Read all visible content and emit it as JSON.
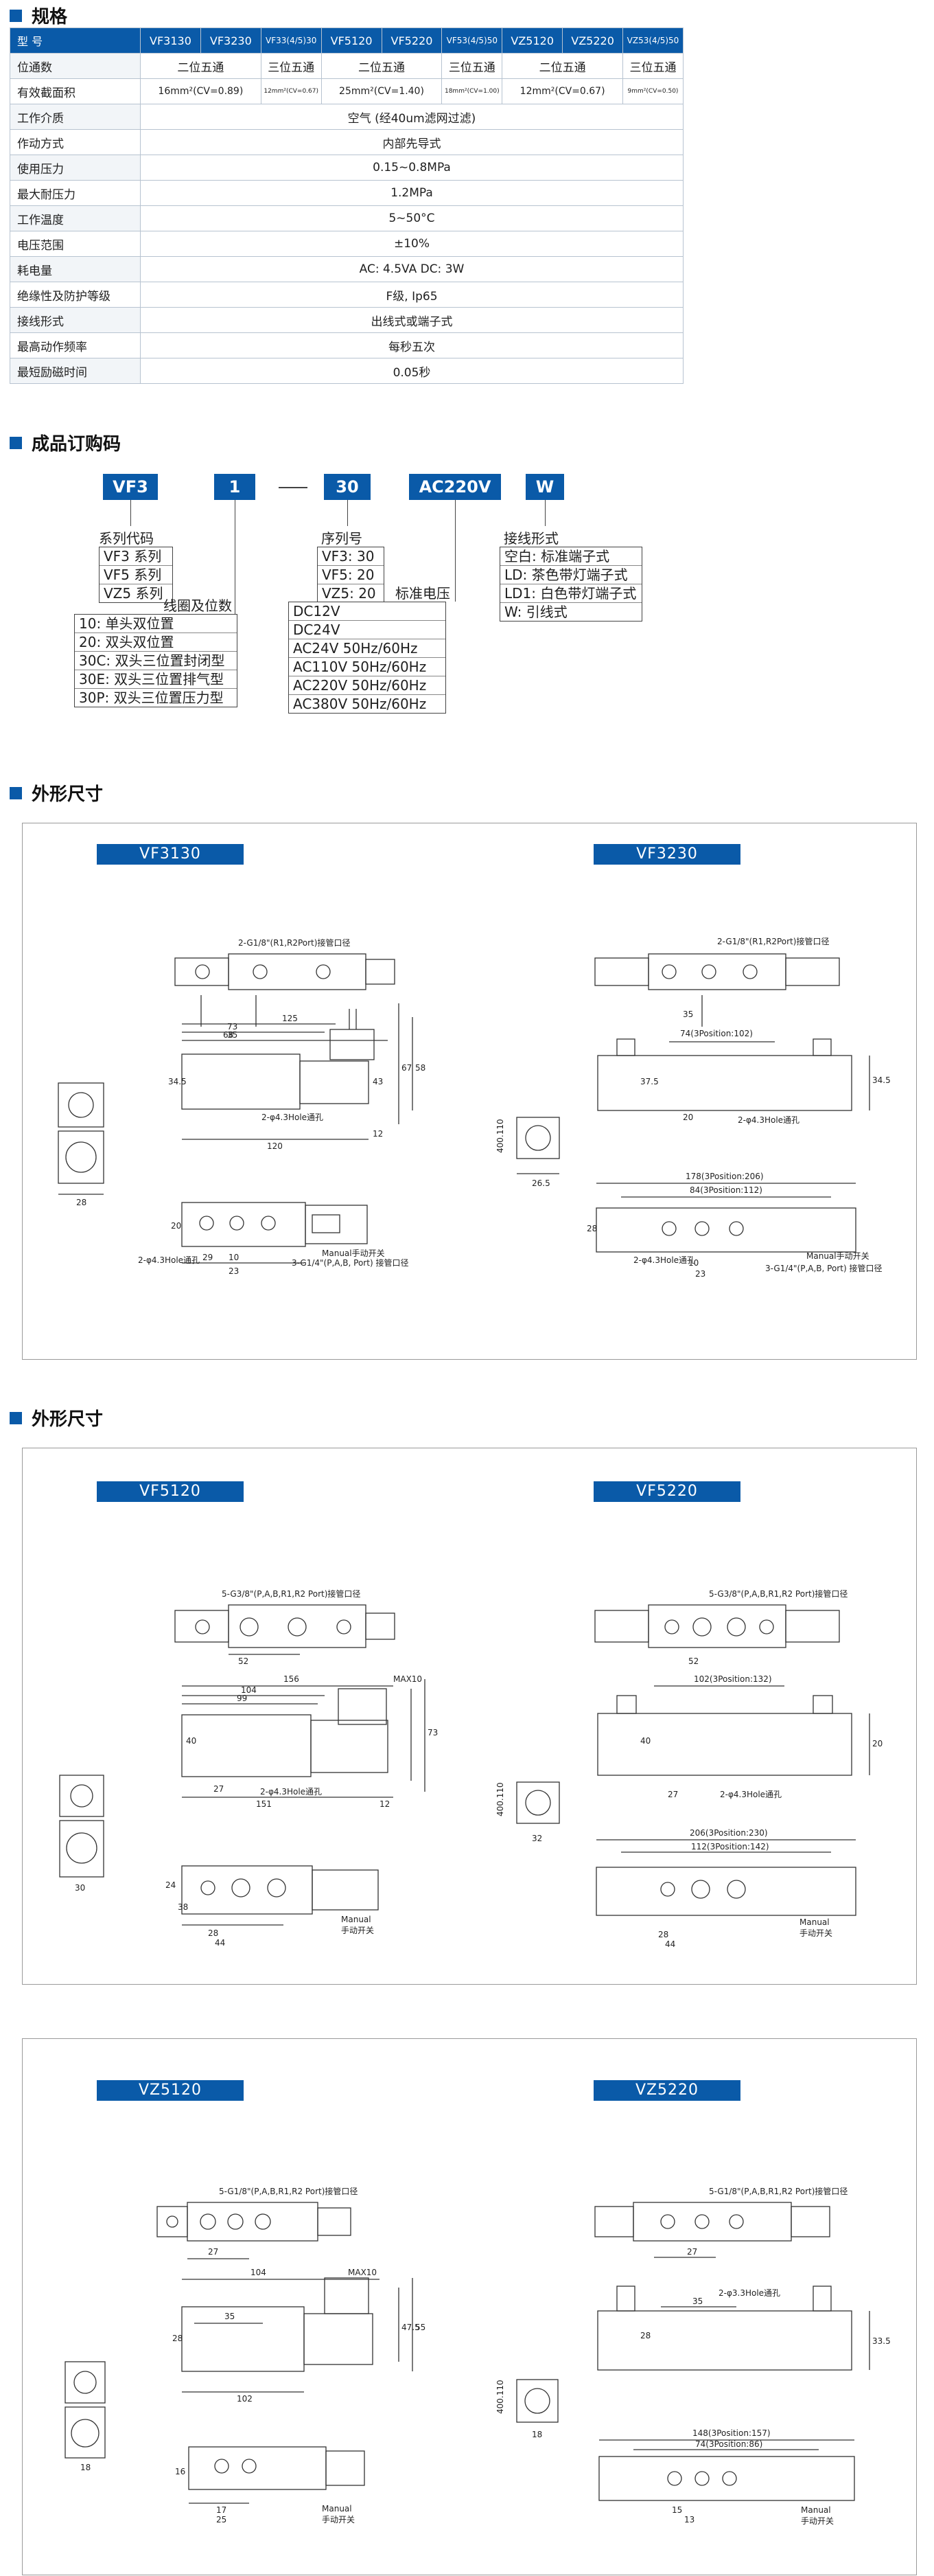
{
  "sections": {
    "spec_title": "规格",
    "order_title": "成品订购码",
    "dims_title_1": "外形尺寸",
    "dims_title_2": "外形尺寸"
  },
  "spec": {
    "header": [
      "型 号",
      "VF3130",
      "VF3230",
      "VF33(4/5)30",
      "VF5120",
      "VF5220",
      "VF53(4/5)50",
      "VZ5120",
      "VZ5220",
      "VZ53(4/5)50"
    ],
    "rows": [
      {
        "label": "位通数",
        "cells": [
          "二位五通",
          "三位五通",
          "二位五通",
          "三位五通",
          "二位五通",
          "三位五通"
        ]
      },
      {
        "label": "有效截面积",
        "cells": [
          "16mm²(CV=0.89)",
          "12mm²(CV=0.67)",
          "25mm²(CV=1.40)",
          "18mm²(CV=1.00)",
          "12mm²(CV=0.67)",
          "9mm²(CV=0.50)"
        ]
      },
      {
        "label": "工作介质",
        "value": "空气 (经40um滤网过滤)"
      },
      {
        "label": "作动方式",
        "value": "内部先导式"
      },
      {
        "label": "使用压力",
        "value": "0.15~0.8MPa"
      },
      {
        "label": "最大耐压力",
        "value": "1.2MPa"
      },
      {
        "label": "工作温度",
        "value": "5~50°C"
      },
      {
        "label": "电压范围",
        "value": "±10%"
      },
      {
        "label": "耗电量",
        "value": "AC: 4.5VA  DC: 3W"
      },
      {
        "label": "绝缘性及防护等级",
        "value": "F级, Ip65"
      },
      {
        "label": "接线形式",
        "value": "出线式或端子式"
      },
      {
        "label": "最高动作频率",
        "value": "每秒五次"
      },
      {
        "label": "最短励磁时间",
        "value": "0.05秒"
      }
    ]
  },
  "order": {
    "codes": [
      "VF3",
      "1",
      "30",
      "AC220V",
      "W"
    ],
    "series_label": "系列代码",
    "series": [
      "VF3 系列",
      "VF5 系列",
      "VZ5 系列"
    ],
    "coil_label": "线圈及位数",
    "coil": [
      "10: 单头双位置",
      "20: 双头双位置",
      "30C: 双头三位置封闭型",
      "30E: 双头三位置排气型",
      "30P: 双头三位置压力型"
    ],
    "seq_label": "序列号",
    "seq": [
      "VF3: 30",
      "VF5: 20",
      "VZ5: 20"
    ],
    "volt_label": "标准电压",
    "volt": [
      "DC12V",
      "DC24V",
      "AC24V  50Hz/60Hz",
      "AC110V 50Hz/60Hz",
      "AC220V 50Hz/60Hz",
      "AC380V 50Hz/60Hz"
    ],
    "wire_label": "接线形式",
    "wire": [
      "空白: 标准端子式",
      "LD: 茶色带灯端子式",
      "LD1: 白色带灯端子式",
      "W: 引线式"
    ]
  },
  "panels": {
    "vf3130": {
      "tag": "VF3130",
      "port_note": "2-G1/8\"(R1,R2Port)接管口径",
      "hole_note": "2-φ4.3Hole通孔",
      "hole_note_b": "2-φ4.3Hole通孔",
      "port_note_b": "3-G1/4\"(P,A,B, Port) 接管口径",
      "manual": "Manual手动开关",
      "dims": {
        "d125": "125",
        "d73": "73",
        "d68": "68",
        "d35": "35",
        "d120": "120",
        "d12": "12",
        "d67": "67",
        "d58": "58",
        "d28": "28",
        "d20": "20",
        "d29": "29",
        "d10": "10",
        "d23": "23",
        "d345": "34.5",
        "d43": "43"
      }
    },
    "vf3230": {
      "tag": "VF3230",
      "port_note": "2-G1/8\"(R1,R2Port)接管口径",
      "pos102": "74(3Position:102)",
      "hole_note": "2-φ4.3Hole通孔",
      "pos206": "178(3Position:206)",
      "pos112": "84(3Position:112)",
      "hole_note_b": "2-φ4.3Hole通孔",
      "manual": "Manual手动开关",
      "port_note_b": "3-G1/4\"(P,A,B, Port) 接管口径",
      "dims": {
        "d35": "35",
        "d20": "20",
        "d10": "10",
        "d265": "26.5",
        "d400": "400.110",
        "d345": "34.5",
        "d375": "37.5",
        "d28": "28",
        "d23": "23"
      }
    },
    "vf5120": {
      "tag": "VF5120",
      "port_note": "5-G3/8\"(P,A,B,R1,R2 Port)接管口径",
      "max": "MAX10",
      "hole_note": "2-φ4.3Hole通孔",
      "manual": "Manual",
      "manual_cn": "手动开关",
      "dims": {
        "d52": "52",
        "d156": "156",
        "d104": "104",
        "d99": "99",
        "d27": "27",
        "d151": "151",
        "d12": "12",
        "d73": "73",
        "d30": "30",
        "d24": "24",
        "d28": "28",
        "d44": "44",
        "d38": "38",
        "d40": "40"
      }
    },
    "vf5220": {
      "tag": "VF5220",
      "port_note": "5-G3/8\"(P,A,B,R1,R2 Port)接管口径",
      "pos132": "102(3Position:132)",
      "hole_note": "2-φ4.3Hole通孔",
      "pos230": "206(3Position:230)",
      "pos142": "112(3Position:142)",
      "manual": "Manual",
      "manual_cn": "手动开关",
      "dims": {
        "d52": "52",
        "d32": "32",
        "d400": "400.110",
        "d27": "27",
        "d40": "40",
        "d20": "20",
        "d44": "44",
        "d28": "28"
      }
    },
    "vz5120": {
      "tag": "VZ5120",
      "port_note": "5-G1/8\"(P,A,B,R1,R2 Port)接管口径",
      "max": "MAX10",
      "manual": "Manual",
      "manual_cn": "手动开关",
      "dims": {
        "d27": "27",
        "d104": "104",
        "d35": "35",
        "d102": "102",
        "d475": "47.5",
        "d55": "55",
        "d28": "28",
        "d18": "18",
        "d17": "17",
        "d25": "25",
        "d16": "16"
      }
    },
    "vz5220": {
      "tag": "VZ5220",
      "port_note": "5-G1/8\"(P,A,B,R1,R2 Port)接管口径",
      "hole_note": "2-φ3.3Hole通孔",
      "pos157": "148(3Position:157)",
      "pos86": "74(3Position:86)",
      "manual": "Manual",
      "manual_cn": "手动开关",
      "dims": {
        "d27": "27",
        "d35": "35",
        "d400": "400.110",
        "d18": "18",
        "d28": "28",
        "d15": "15",
        "d13": "13",
        "d335": "33.5"
      }
    }
  },
  "colors": {
    "accent": "#0a5aa8",
    "line": "#444444",
    "border": "#b7c3d0"
  }
}
